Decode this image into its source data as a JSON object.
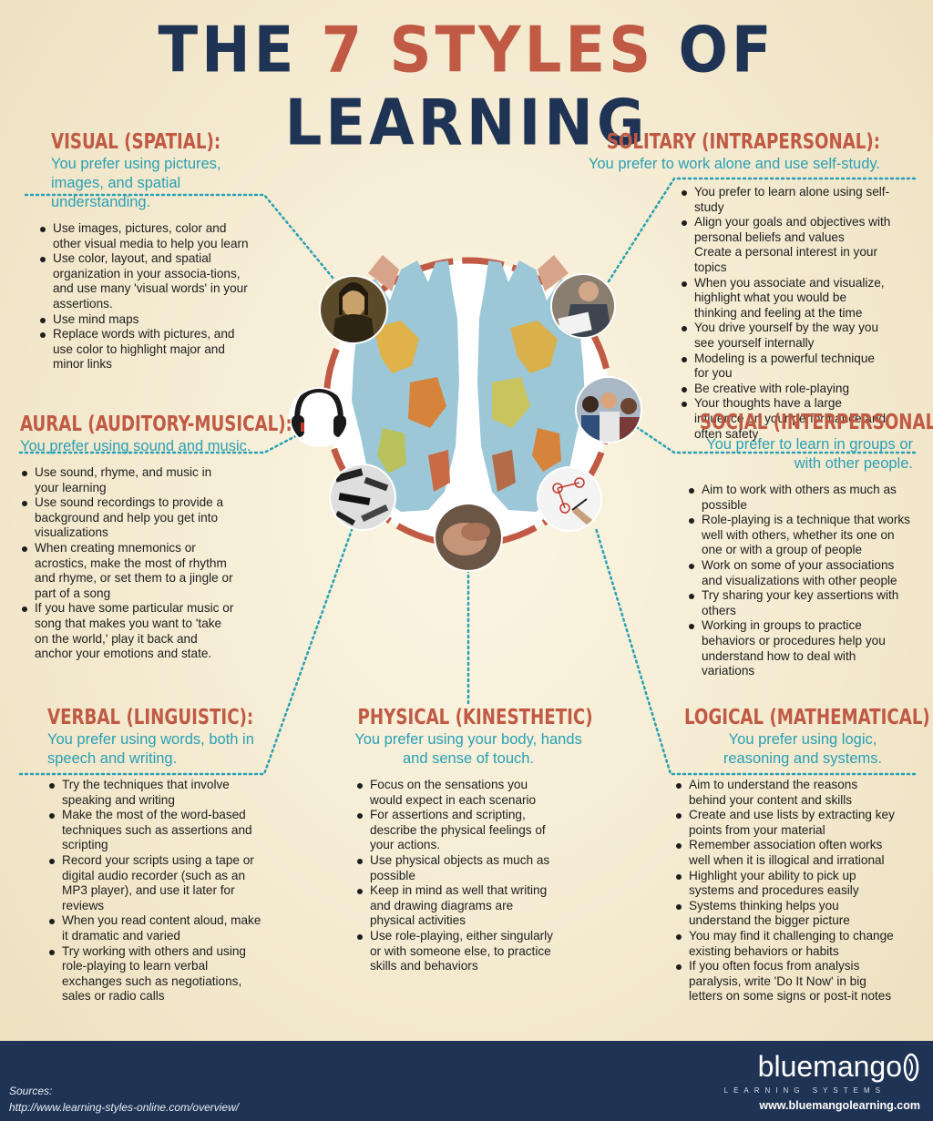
{
  "title": {
    "part1": "THE ",
    "number": "7 STYLES",
    "part2": " OF LEARNING"
  },
  "visual": {
    "heading": "VISUAL (SPATIAL):",
    "subtitle": "You prefer using pictures, images, and spatial understanding.",
    "points": [
      "Use images, pictures, color and other visual media to help you learn",
      "Use color, layout, and spatial organization in your associa-tions, and use many 'visual words' in your assertions.",
      "Use mind maps",
      "Replace words with pictures, and use color to highlight major and minor links"
    ]
  },
  "aural": {
    "heading": "AURAL (AUDITORY-MUSICAL):",
    "subtitle": "You prefer using sound and music.",
    "points": [
      "Use sound, rhyme, and music in your learning",
      "Use sound recordings to provide a background and help you get into visualizations",
      "When creating mnemonics or acrostics, make the most of rhythm and rhyme, or set them to a jingle or part of a song",
      "If you have some particular music or song that makes you want to 'take on the world,' play it back and anchor your emotions and state."
    ]
  },
  "verbal": {
    "heading": "VERBAL (LINGUISTIC):",
    "subtitle": "You prefer using words, both in speech and writing.",
    "points": [
      "Try the techniques that involve speaking and writing",
      "Make the most of the word-based techniques such as assertions and scripting",
      "Record your scripts using a tape or digital audio recorder (such as an MP3 player), and use it later for reviews",
      "When you read content aloud, make it dramatic and varied",
      "Try working with others and using role-playing to learn verbal exchanges such as negotiations, sales or radio calls"
    ]
  },
  "physical": {
    "heading": "PHYSICAL (KINESTHETIC)",
    "subtitle": "You prefer using your body, hands and sense of touch.",
    "points": [
      "Focus on the sensations you would expect in each scenario",
      "For assertions and scripting, describe the physical feelings of your actions.",
      "Use physical objects as much as possible",
      "Keep in mind as well that writing and drawing diagrams are physical activities",
      "Use role-playing, either singularly or with someone else, to practice skills and behaviors"
    ]
  },
  "solitary": {
    "heading": "SOLITARY (INTRAPERSONAL):",
    "subtitle": "You prefer to work alone and use self-study.",
    "points": [
      "You prefer to learn alone using self-study",
      "Align your goals and objectives with personal beliefs and values",
      "Create a personal interest in your topics",
      "When you associate and visualize, highlight what you would be thinking and feeling at the time",
      "You drive yourself by the way you see yourself internally",
      "Modeling is a powerful technique for you",
      "Be creative with role-playing",
      "Your thoughts have a large influence on your performance and often safety"
    ]
  },
  "social": {
    "heading": "SOCIAL (INTERPERSONAL):",
    "subtitle": "You prefer to learn in groups or with other people.",
    "points": [
      "Aim to work with others as much as possible",
      "Role-playing is a technique that works well with others, whether its one on one or with a group of people",
      "Work on some of your associations and visualizations with other people",
      "Try sharing your key assertions with others",
      "Working in groups to practice behaviors or procedures help you understand how to deal with variations"
    ]
  },
  "logical": {
    "heading": "LOGICAL (MATHEMATICAL)",
    "subtitle": "You prefer using logic, reasoning and systems.",
    "points": [
      "Aim to understand the reasons behind your content and skills",
      "Create and use lists by extracting key points from your material",
      "Remember association often works well when it is illogical and irrational",
      "Highlight your ability to pick up systems and procedures easily",
      "Systems thinking helps you understand the bigger picture",
      "You may find it challenging to change existing behaviors or habits",
      "If you often focus from analysis paralysis, write 'Do It Now' in big letters on some signs or post-it notes"
    ]
  },
  "footer": {
    "sources_label": "Sources:",
    "sources_url": "http://www.learning-styles-online.com/overview/",
    "brand": "bluemango",
    "brand_sub": "LEARNING SYSTEMS",
    "brand_url": "www.bluemangolearning.com"
  },
  "colors": {
    "navy": "#1f3354",
    "accent": "#c05a44",
    "teal": "#2aa0b4"
  },
  "icons": [
    "mona-lisa-icon",
    "headphones-icon",
    "newspaper-words-icon",
    "clasped-hands-icon",
    "mind-map-drawing-icon",
    "group-of-students-icon",
    "man-reading-icon",
    "world-map-hands-image"
  ]
}
